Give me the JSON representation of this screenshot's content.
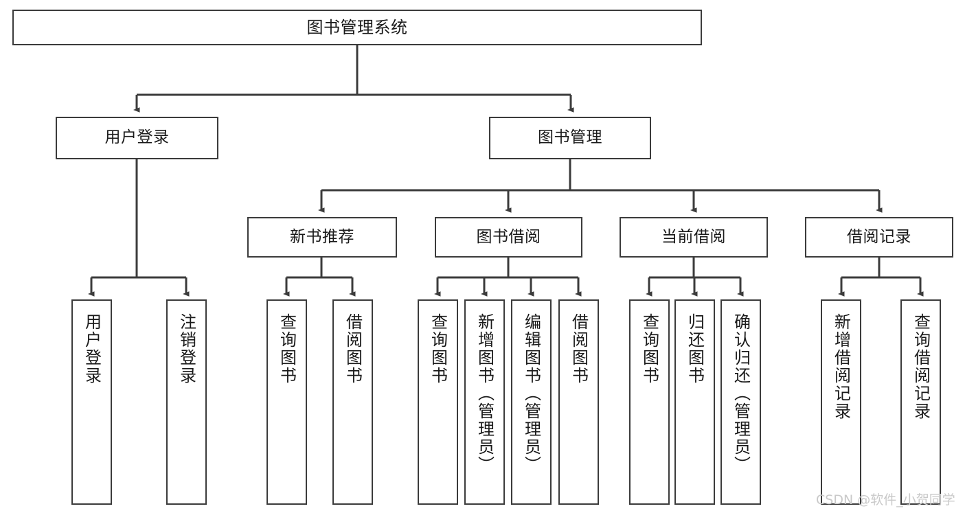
{
  "diagram": {
    "type": "tree-hierarchy-chart",
    "title": "图书管理系统",
    "watermark": "CSDN @软件_小贺同学",
    "colors": {
      "box_border": "#3b3b3b",
      "box_fill": "#ffffff",
      "connector": "#3b3b3b",
      "text": "#1a1a1a",
      "watermark": "#c9c9c9",
      "background": "#ffffff"
    },
    "root": {
      "label": "图书管理系统"
    },
    "level2": [
      {
        "label": "用户登录"
      },
      {
        "label": "图书管理"
      }
    ],
    "level3": [
      {
        "label": "新书推荐"
      },
      {
        "label": "图书借阅"
      },
      {
        "label": "当前借阅"
      },
      {
        "label": "借阅记录"
      }
    ],
    "leaves": {
      "user_login": [
        {
          "label": "用户登录"
        },
        {
          "label": "注销登录"
        }
      ],
      "new_book_recommend": [
        {
          "label": "查询图书"
        },
        {
          "label": "借阅图书"
        }
      ],
      "book_borrow": [
        {
          "label": "查询图书"
        },
        {
          "label": "新增图书（管理员）"
        },
        {
          "label": "编辑图书（管理员）"
        },
        {
          "label": "借阅图书"
        }
      ],
      "current_borrow": [
        {
          "label": "查询图书"
        },
        {
          "label": "归还图书"
        },
        {
          "label": "确认归还（管理员）"
        }
      ],
      "borrow_record": [
        {
          "label": "新增借阅记录"
        },
        {
          "label": "查询借阅记录"
        }
      ]
    }
  }
}
